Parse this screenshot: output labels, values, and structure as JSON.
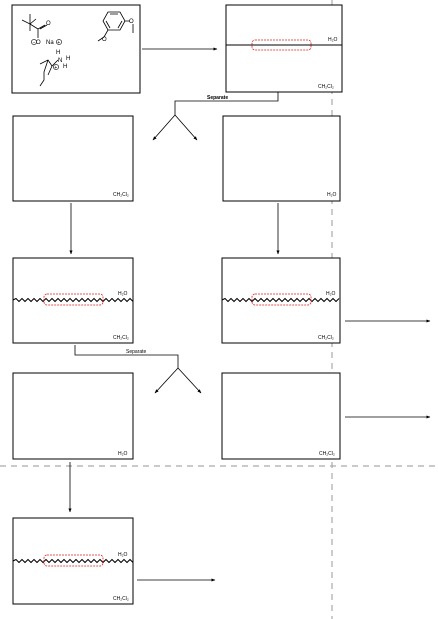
{
  "colors": {
    "line": "#000000",
    "dashed_guide": "#aaaaaa",
    "emulsion": "#e02020"
  },
  "start_box": {
    "sodium_salt_label": "Na",
    "anion_charge": "−",
    "cation_charge": "+",
    "carbonyl_oxygen": "O",
    "ester_oxygen": "O",
    "anisole_oxygen_1": "O",
    "anisole_oxygen_2": "O",
    "amine_nitrogen": "N",
    "amine_h_1": "H",
    "amine_h_2": "H",
    "amine_h_3": "H"
  },
  "step1": {
    "top_solvent": "H₂O",
    "bottom_solvent": "CH₂Cl₂"
  },
  "separate_label_1": "Separate",
  "step2": {
    "left_solvent": "CH₂Cl₂",
    "right_solvent": "H₂O"
  },
  "step3": {
    "left": {
      "top_solvent": "H₂O",
      "bottom_solvent": "CH₂Cl₂"
    },
    "right": {
      "top_solvent": "H₂O",
      "bottom_solvent": "CH₂Cl₂"
    }
  },
  "separate_label_2": "Separate",
  "step4": {
    "left_solvent": "H₂O",
    "right_solvent": "CH₂Cl₂"
  },
  "step5": {
    "top_solvent": "H₂O",
    "bottom_solvent": "CH₂Cl₂"
  }
}
